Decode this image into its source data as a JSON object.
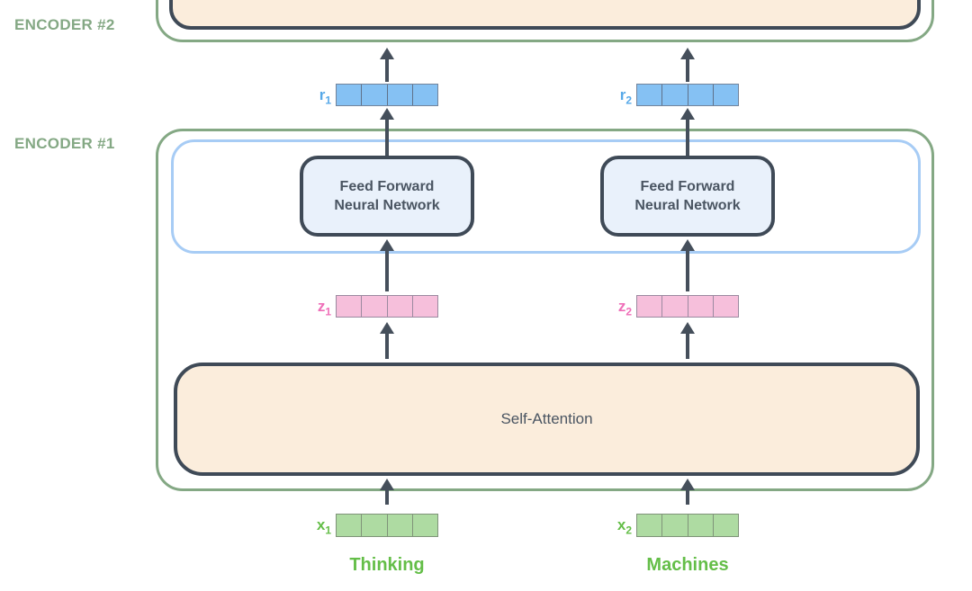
{
  "diagram": {
    "encoder2": {
      "label": "ENCODER #2"
    },
    "encoder1": {
      "label": "ENCODER #1"
    },
    "ff_box": {
      "line1": "Feed Forward",
      "line2": "Neural Network"
    },
    "self_attention": {
      "label": "Self-Attention"
    },
    "vectors": {
      "cells_per_vector": 4,
      "r1": {
        "base": "r",
        "sub": "1"
      },
      "r2": {
        "base": "r",
        "sub": "2"
      },
      "z1": {
        "base": "z",
        "sub": "1"
      },
      "z2": {
        "base": "z",
        "sub": "2"
      },
      "x1": {
        "base": "x",
        "sub": "1"
      },
      "x2": {
        "base": "x",
        "sub": "2"
      }
    },
    "words": [
      "Thinking",
      "Machines"
    ],
    "colors": {
      "encoder_green": "#84a884",
      "dark_stroke": "#3f4a57",
      "arrow_color": "#454f5b",
      "text_dark": "#4a5562",
      "peach_fill": "#fbeddc",
      "ff_fill": "#e9f1fb",
      "inner_blue_stroke": "#a7ccf5",
      "r_fill": "#85c1f3",
      "r_label": "#56a8e8",
      "z_fill": "#f6bfdb",
      "z_label": "#ef6eb8",
      "x_fill": "#aedba2",
      "x_label": "#64be48"
    }
  }
}
